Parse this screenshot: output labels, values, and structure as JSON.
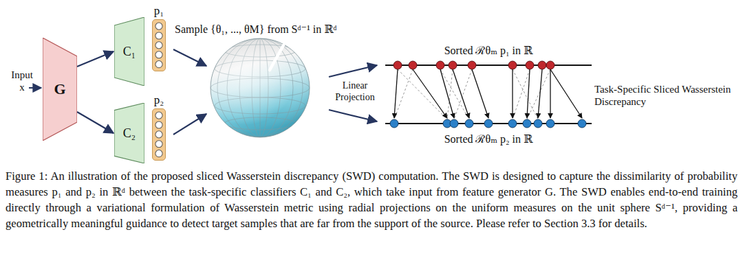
{
  "diagram": {
    "caption": "Figure 1: An illustration of the proposed sliced Wasserstein discrepancy (SWD) computation. The SWD is designed to capture the dissimilarity of probability measures p₁ and p₂ in ℝᵈ between the task-specific classifiers C₁ and C₂, which take input from feature generator G. The SWD enables end-to-end training directly through a variational formulation of Wasserstein metric using radial projections on the uniform measures on the unit sphere Sᵈ⁻¹, providing a geometrically meaningful guidance to detect target samples that are far from the support of the source. Please refer to Section 3.3 for details.",
    "nodes": [
      {
        "text": [
          "G"
        ]
      },
      {
        "text": [
          "C₁"
        ]
      },
      {
        "text": [
          "C₂"
        ]
      },
      {
        "text": [
          "p₁"
        ]
      },
      {
        "text": [
          "p₂"
        ]
      },
      {
        "text": [
          "Sorted ℛθₘ p₁ in ℝ"
        ]
      },
      {
        "text": [
          "Sorted ℛθₘ p₂ in ℝ"
        ]
      }
    ],
    "edges": [
      {
        "from": 0,
        "to": 1,
        "arrow": "to"
      },
      {
        "from": 0,
        "to": 2,
        "arrow": "to"
      }
    ],
    "labels": [
      "Input x",
      "Sample {θ₁, ..., θM} from Sᵈ⁻¹ in ℝᵈ",
      "Linear Projection",
      "Task-Specific Sliced Wasserstein Discrepancy"
    ]
  }
}
